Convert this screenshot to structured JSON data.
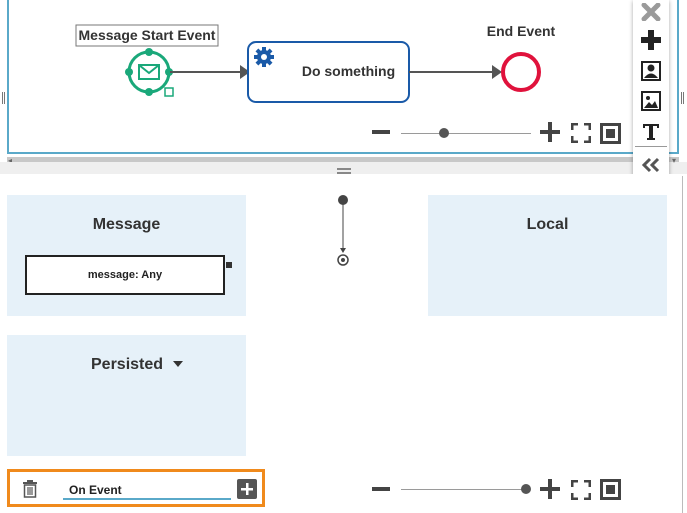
{
  "diagram": {
    "start_event_label": "Message Start Event",
    "task_label": "Do something",
    "end_event_label": "End Event"
  },
  "panels": {
    "message_title": "Message",
    "message_field": "message: Any",
    "local_title": "Local",
    "persisted_title": "Persisted"
  },
  "footer": {
    "event_input_value": "On Event"
  },
  "icons": {
    "close": "close-icon",
    "add": "plus-icon",
    "user": "user-icon",
    "image": "image-icon",
    "text": "text-icon",
    "collapse": "double-chevron-left-icon"
  },
  "colors": {
    "frame_border": "#5aa9c9",
    "start_event": "#1aa87a",
    "task_border": "#1a5aa8",
    "end_event": "#e0123c",
    "highlight": "#f08a1c",
    "panel_bg": "#e6f1f9"
  }
}
